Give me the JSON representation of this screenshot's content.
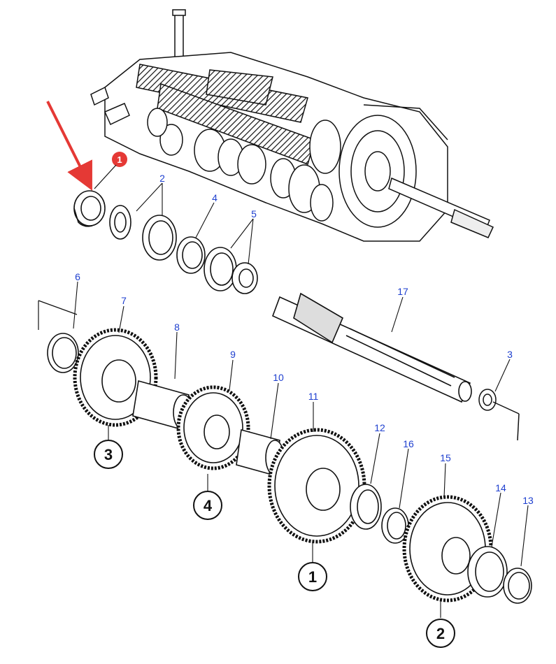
{
  "callouts": {
    "c2": "2",
    "c4": "4",
    "c5": "5",
    "c6": "6",
    "c7": "7",
    "c8": "8",
    "c9": "9",
    "c10": "10",
    "c11": "11",
    "c12": "12",
    "c16": "16",
    "c15": "15",
    "c14": "14",
    "c13": "13",
    "c17": "17",
    "c3": "3"
  },
  "gear_labels": {
    "g1": "1",
    "g2": "2",
    "g3": "3",
    "g4": "4"
  },
  "highlight": {
    "badge": "1",
    "color": "#e53935"
  },
  "colors": {
    "callout": "#1e3fcf",
    "ink": "#111111"
  }
}
